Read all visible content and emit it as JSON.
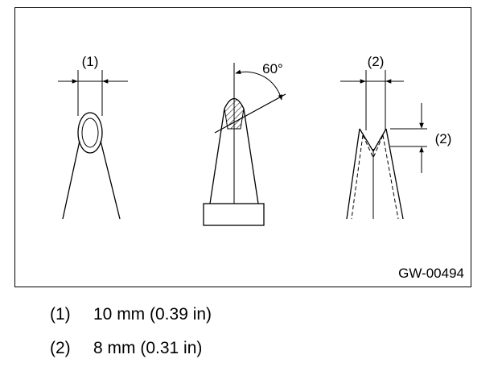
{
  "figure": {
    "code": "GW-00494",
    "callout_1": "(1)",
    "callout_2_top": "(2)",
    "callout_2_side": "(2)",
    "angle": "60°"
  },
  "legend": [
    {
      "num": "(1)",
      "text": "10 mm (0.39 in)"
    },
    {
      "num": "(2)",
      "text": "8 mm (0.31 in)"
    }
  ]
}
